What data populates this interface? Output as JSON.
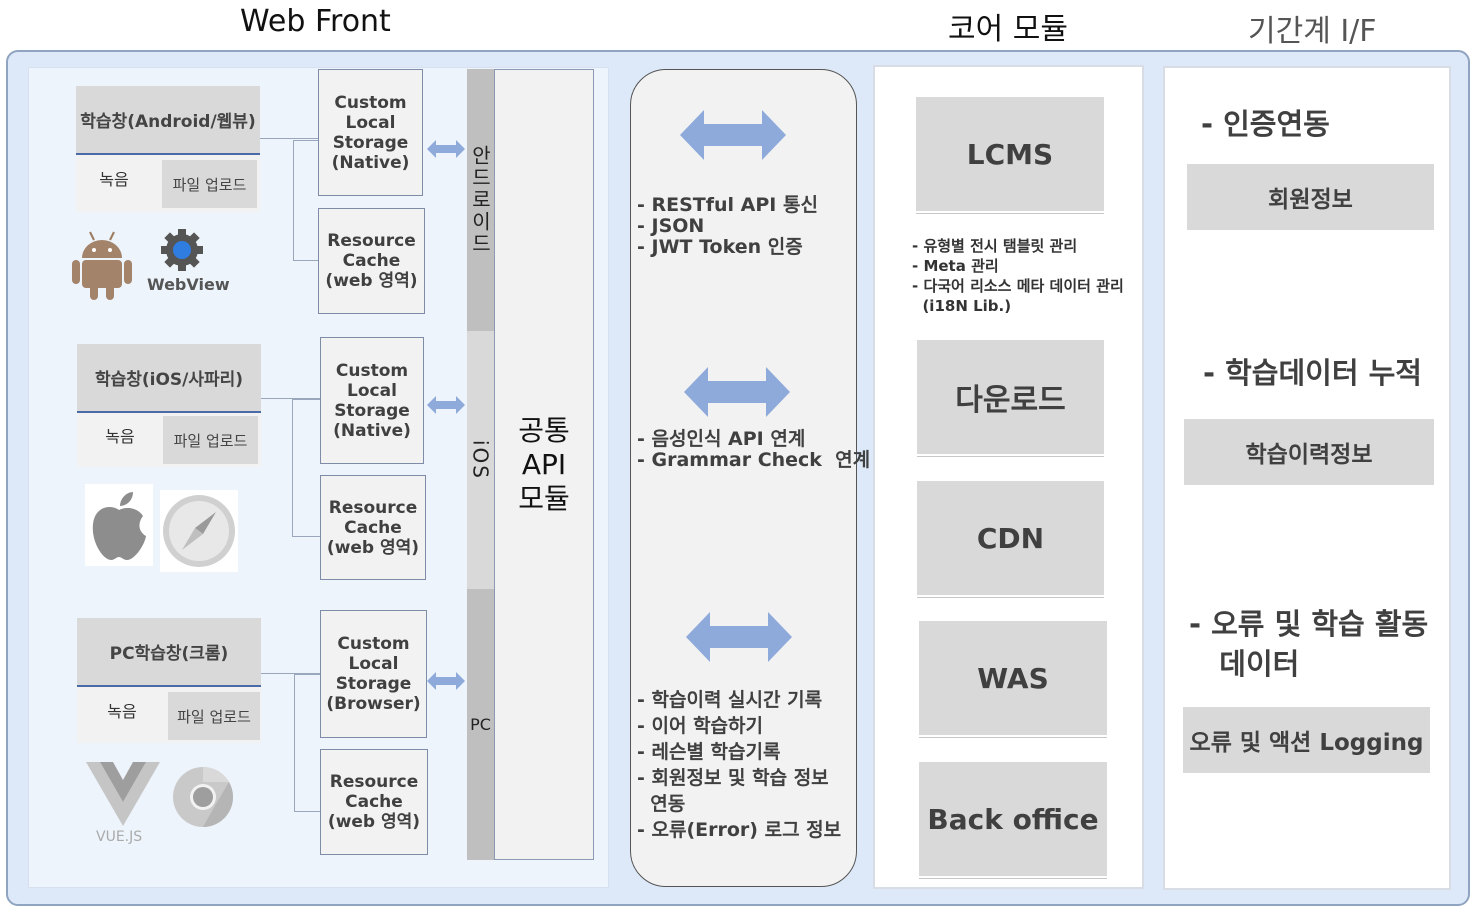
{
  "headers": {
    "web_front": "Web Front",
    "core": "코어 모듈",
    "interface": "기간계 I/F"
  },
  "platforms": [
    {
      "title": "학습창(Android/웹뷰)",
      "record": "녹음",
      "upload": "파일 업로드",
      "storage": [
        "Custom",
        "Local",
        "Storage",
        "(Native)"
      ],
      "cache": [
        "Resource",
        "Cache",
        "(web 영역)"
      ],
      "logo_label": "WebView",
      "icons": [
        "android-icon",
        "webview-gear-icon"
      ]
    },
    {
      "title": "학습창(iOS/사파리)",
      "record": "녹음",
      "upload": "파일 업로드",
      "storage": [
        "Custom",
        "Local",
        "Storage",
        "(Native)"
      ],
      "cache": [
        "Resource",
        "Cache",
        "(web 영역)"
      ],
      "icons": [
        "apple-icon",
        "safari-icon"
      ]
    },
    {
      "title": "PC학습창(크롬)",
      "record": "녹음",
      "upload": "파일 업로드",
      "storage": [
        "Custom",
        "Local",
        "Storage",
        "(Browser)"
      ],
      "cache": [
        "Resource",
        "Cache",
        "(web 영역)"
      ],
      "logo_label": "VUE.JS",
      "icons": [
        "vuejs-icon",
        "chrome-icon"
      ]
    }
  ],
  "bands": {
    "android": "안드로이드",
    "ios": "iOS",
    "pc": "PC"
  },
  "common_api": [
    "공통",
    "API",
    "모듈"
  ],
  "api_groups": [
    [
      "- RESTful API 통신",
      "- JSON",
      "- JWT Token 인증"
    ],
    [
      "- 음성인식 API 연계",
      "- Grammar Check  연계"
    ],
    [
      "- 학습이력 실시간 기록",
      "- 이어 학습하기",
      "- 레슨별 학습기록",
      "- 회원정보 및 학습 정보",
      "  연동",
      "- 오류(Error) 로그 정보"
    ]
  ],
  "core": {
    "lcms": "LCMS",
    "lcms_notes": [
      "- 유형별 전시 탬블릿 관리",
      "- Meta 관리",
      "- 다국어 리소스 메타 데이터 관리",
      "  (i18N Lib.)"
    ],
    "download": "다운로드",
    "cdn": "CDN",
    "was": "WAS",
    "backoffice": "Back office"
  },
  "interface": {
    "auth_head": "- 인증연동",
    "member_box": "회원정보",
    "learn_head": "- 학습데이터 누적",
    "history_box": "학습이력정보",
    "error_head": [
      "- 오류 및 학습 활동",
      "   데이터"
    ],
    "logging_box": "오류 및 액션 Logging"
  },
  "colors": {
    "arrow": "#8eaadb",
    "box_gray": "#d9d9d9",
    "outer_bg": "#dde9f8",
    "band_gray": "#bfbfbf"
  }
}
